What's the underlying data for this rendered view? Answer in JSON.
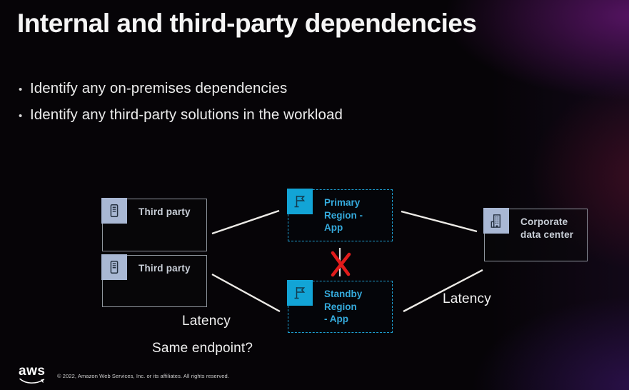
{
  "slide": {
    "title": "Internal and third-party dependencies",
    "bullet_char": "•",
    "bullets": [
      "Identify any on-premises dependencies",
      "Identify any third-party solutions in the workload"
    ]
  },
  "diagram": {
    "nodes": {
      "third_party_1": {
        "label": "Third party",
        "icon": "server-icon"
      },
      "third_party_2": {
        "label": "Third party",
        "icon": "server-icon"
      },
      "primary_region": {
        "label": "Primary Region -\nApp",
        "icon": "flag-icon"
      },
      "standby_region": {
        "label": "Standby Region\n- App",
        "icon": "flag-icon"
      },
      "corporate_dc": {
        "label": "Corporate\ndata center",
        "icon": "building-icon"
      }
    },
    "labels": {
      "latency_left": "Latency",
      "latency_right": "Latency",
      "same_endpoint": "Same endpoint?"
    },
    "colors": {
      "region_accent": "#35aadc",
      "region_border": "#1e9fd2",
      "flag_bg": "#12a4d6",
      "icon_bg": "#a9b8d4",
      "icon_glyph": "#232f3e",
      "box_border": "#8f959e",
      "line": "#eceae6",
      "x_mark": "#e11b1b"
    }
  },
  "footer": {
    "logo_text": "aws",
    "copyright": "© 2022, Amazon Web Services, Inc. or its affiliates. All rights reserved."
  }
}
